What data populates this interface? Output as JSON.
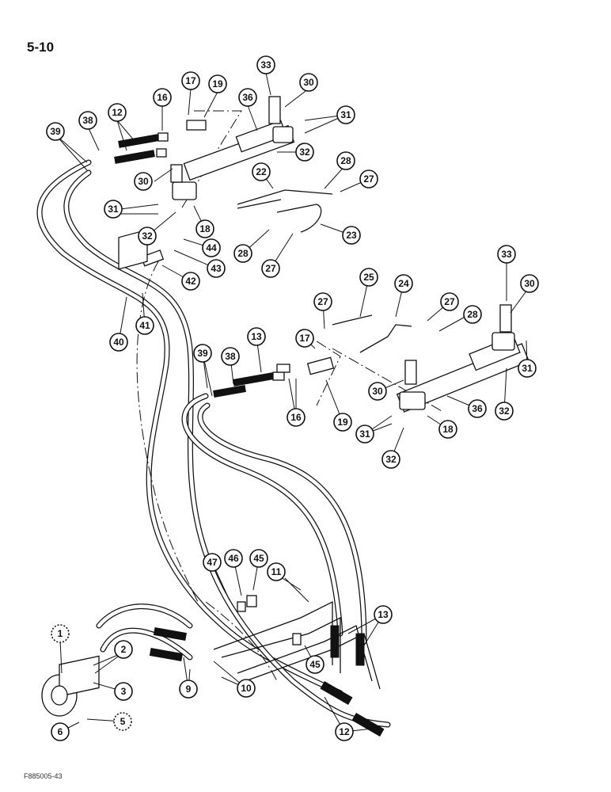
{
  "page_number": "5-10",
  "figure_code": "F885005-43",
  "callouts": {
    "top_group": [
      "33",
      "30",
      "17",
      "19",
      "16",
      "36",
      "31",
      "12",
      "38",
      "39",
      "30",
      "32",
      "28",
      "22",
      "27",
      "31",
      "18",
      "23",
      "32",
      "44",
      "43",
      "28",
      "27",
      "42",
      "40",
      "41"
    ],
    "right_group": [
      "33",
      "30",
      "25",
      "24",
      "27",
      "27",
      "28",
      "13",
      "17",
      "39",
      "38",
      "31",
      "16",
      "19",
      "30",
      "36",
      "32",
      "31",
      "18",
      "32"
    ],
    "bottom_group": [
      "47",
      "46",
      "45",
      "11",
      "13",
      "1",
      "2",
      "3",
      "9",
      "10",
      "45",
      "5",
      "6",
      "12"
    ]
  }
}
